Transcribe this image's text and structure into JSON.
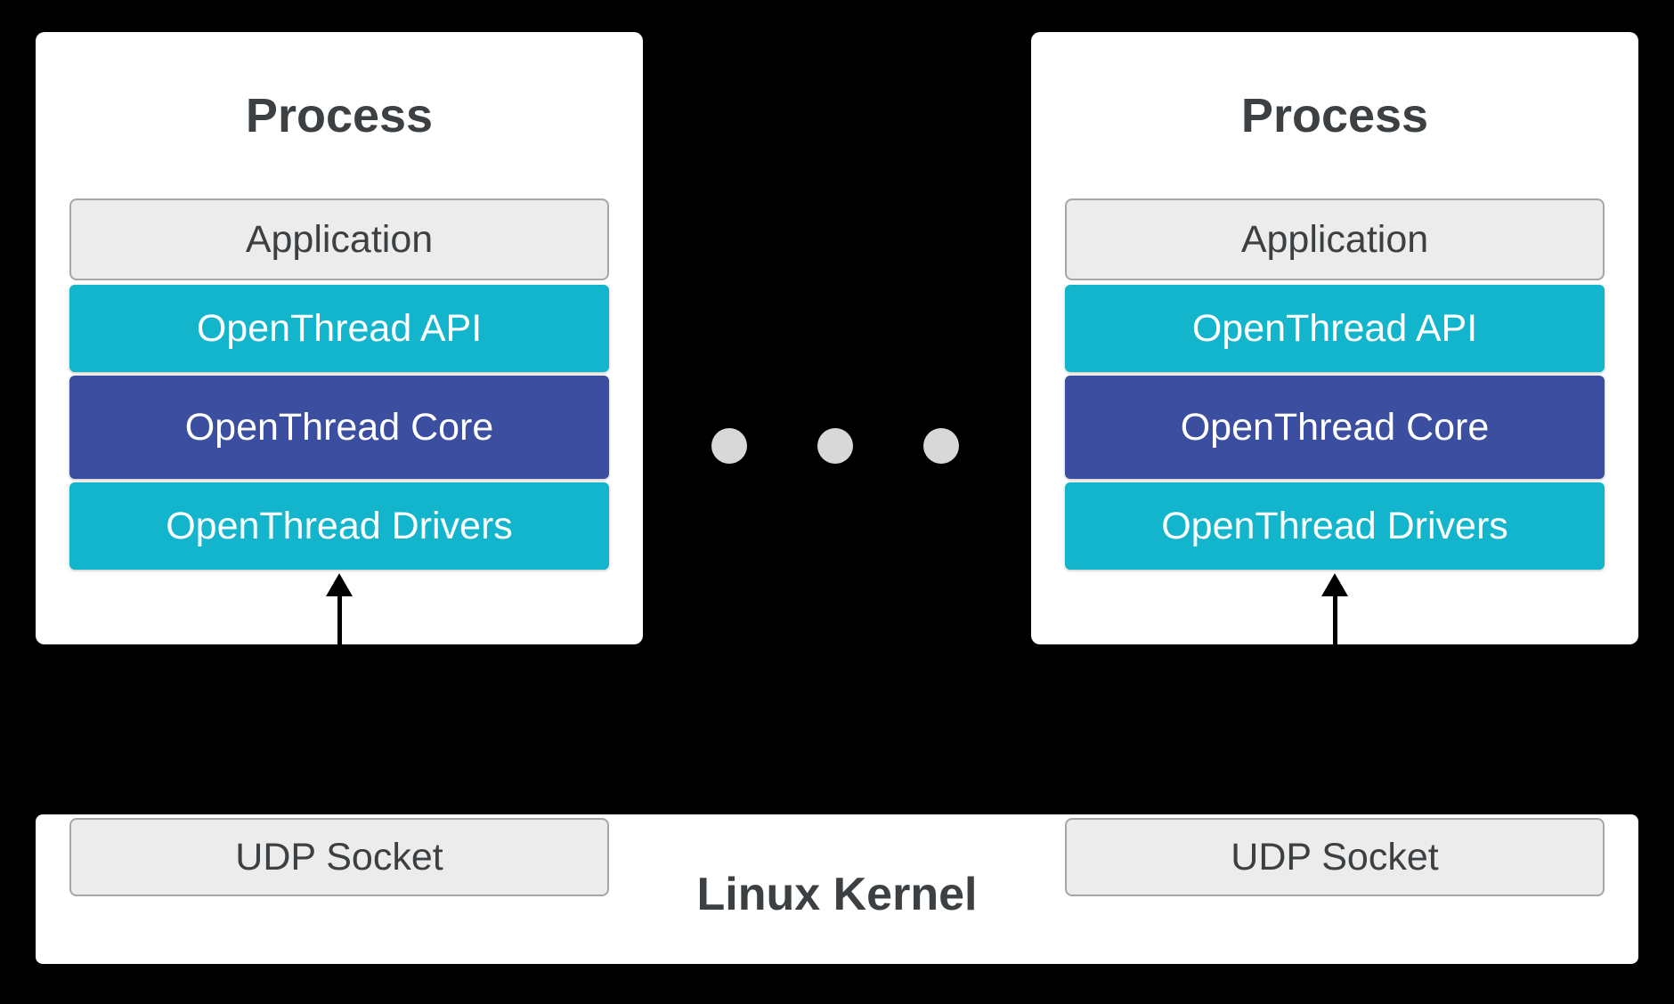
{
  "colors": {
    "background": "#000000",
    "panel": "#ffffff",
    "cyan": "#12b5cb",
    "indigo": "#3b4ea0",
    "gray_fill": "#ececec",
    "gray_border": "#a6a6a6",
    "text_dark": "#3c4043",
    "dot": "#d8d8d8"
  },
  "processes": [
    {
      "title": "Process",
      "layers": [
        {
          "label": "Application",
          "type": "gray"
        },
        {
          "label": "OpenThread API",
          "type": "cyan"
        },
        {
          "label": "OpenThread Core",
          "type": "indigo"
        },
        {
          "label": "OpenThread Drivers",
          "type": "cyan"
        }
      ]
    },
    {
      "title": "Process",
      "layers": [
        {
          "label": "Application",
          "type": "gray"
        },
        {
          "label": "OpenThread API",
          "type": "cyan"
        },
        {
          "label": "OpenThread Core",
          "type": "indigo"
        },
        {
          "label": "OpenThread Drivers",
          "type": "cyan"
        }
      ]
    }
  ],
  "ellipsis": {
    "dot_count": 3
  },
  "kernel": {
    "label": "Linux Kernel",
    "sockets": [
      "UDP Socket",
      "UDP Socket"
    ]
  }
}
